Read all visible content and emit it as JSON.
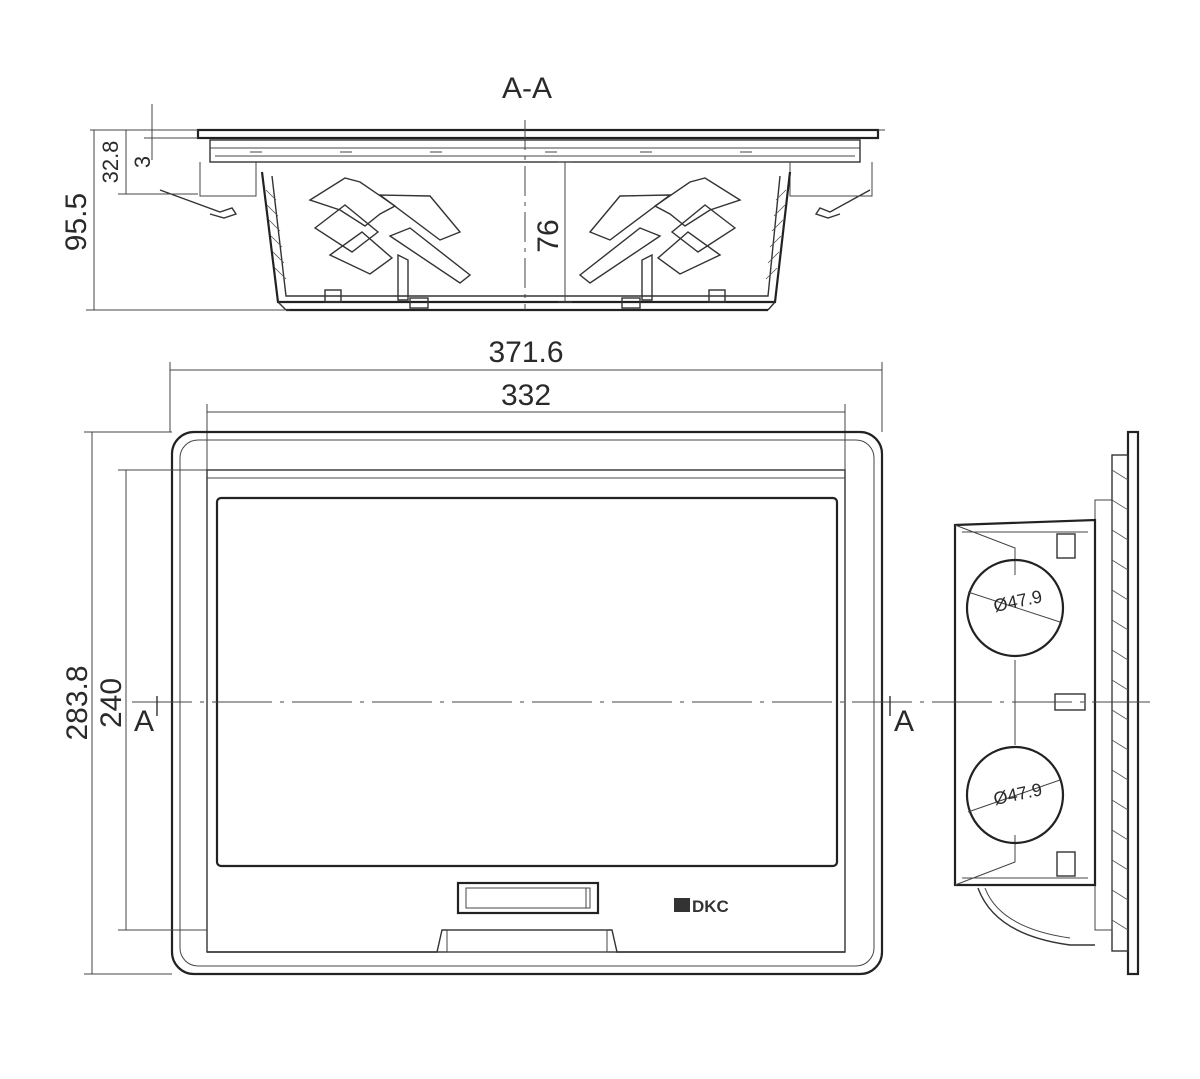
{
  "section_title": "A-A",
  "section_view": {
    "dim_total_height": "95.5",
    "dim_flange_height": "32.8",
    "dim_flange_thickness": "3",
    "dim_inner_depth": "76"
  },
  "front_view": {
    "dim_outer_width": "371.6",
    "dim_inner_width": "332",
    "dim_outer_height": "283.8",
    "dim_inner_height": "240",
    "section_mark_left": "A",
    "section_mark_right": "A",
    "brand_logo": "DKC"
  },
  "side_view": {
    "knockout_top": "Ø47.9",
    "knockout_bottom": "Ø47.9"
  }
}
